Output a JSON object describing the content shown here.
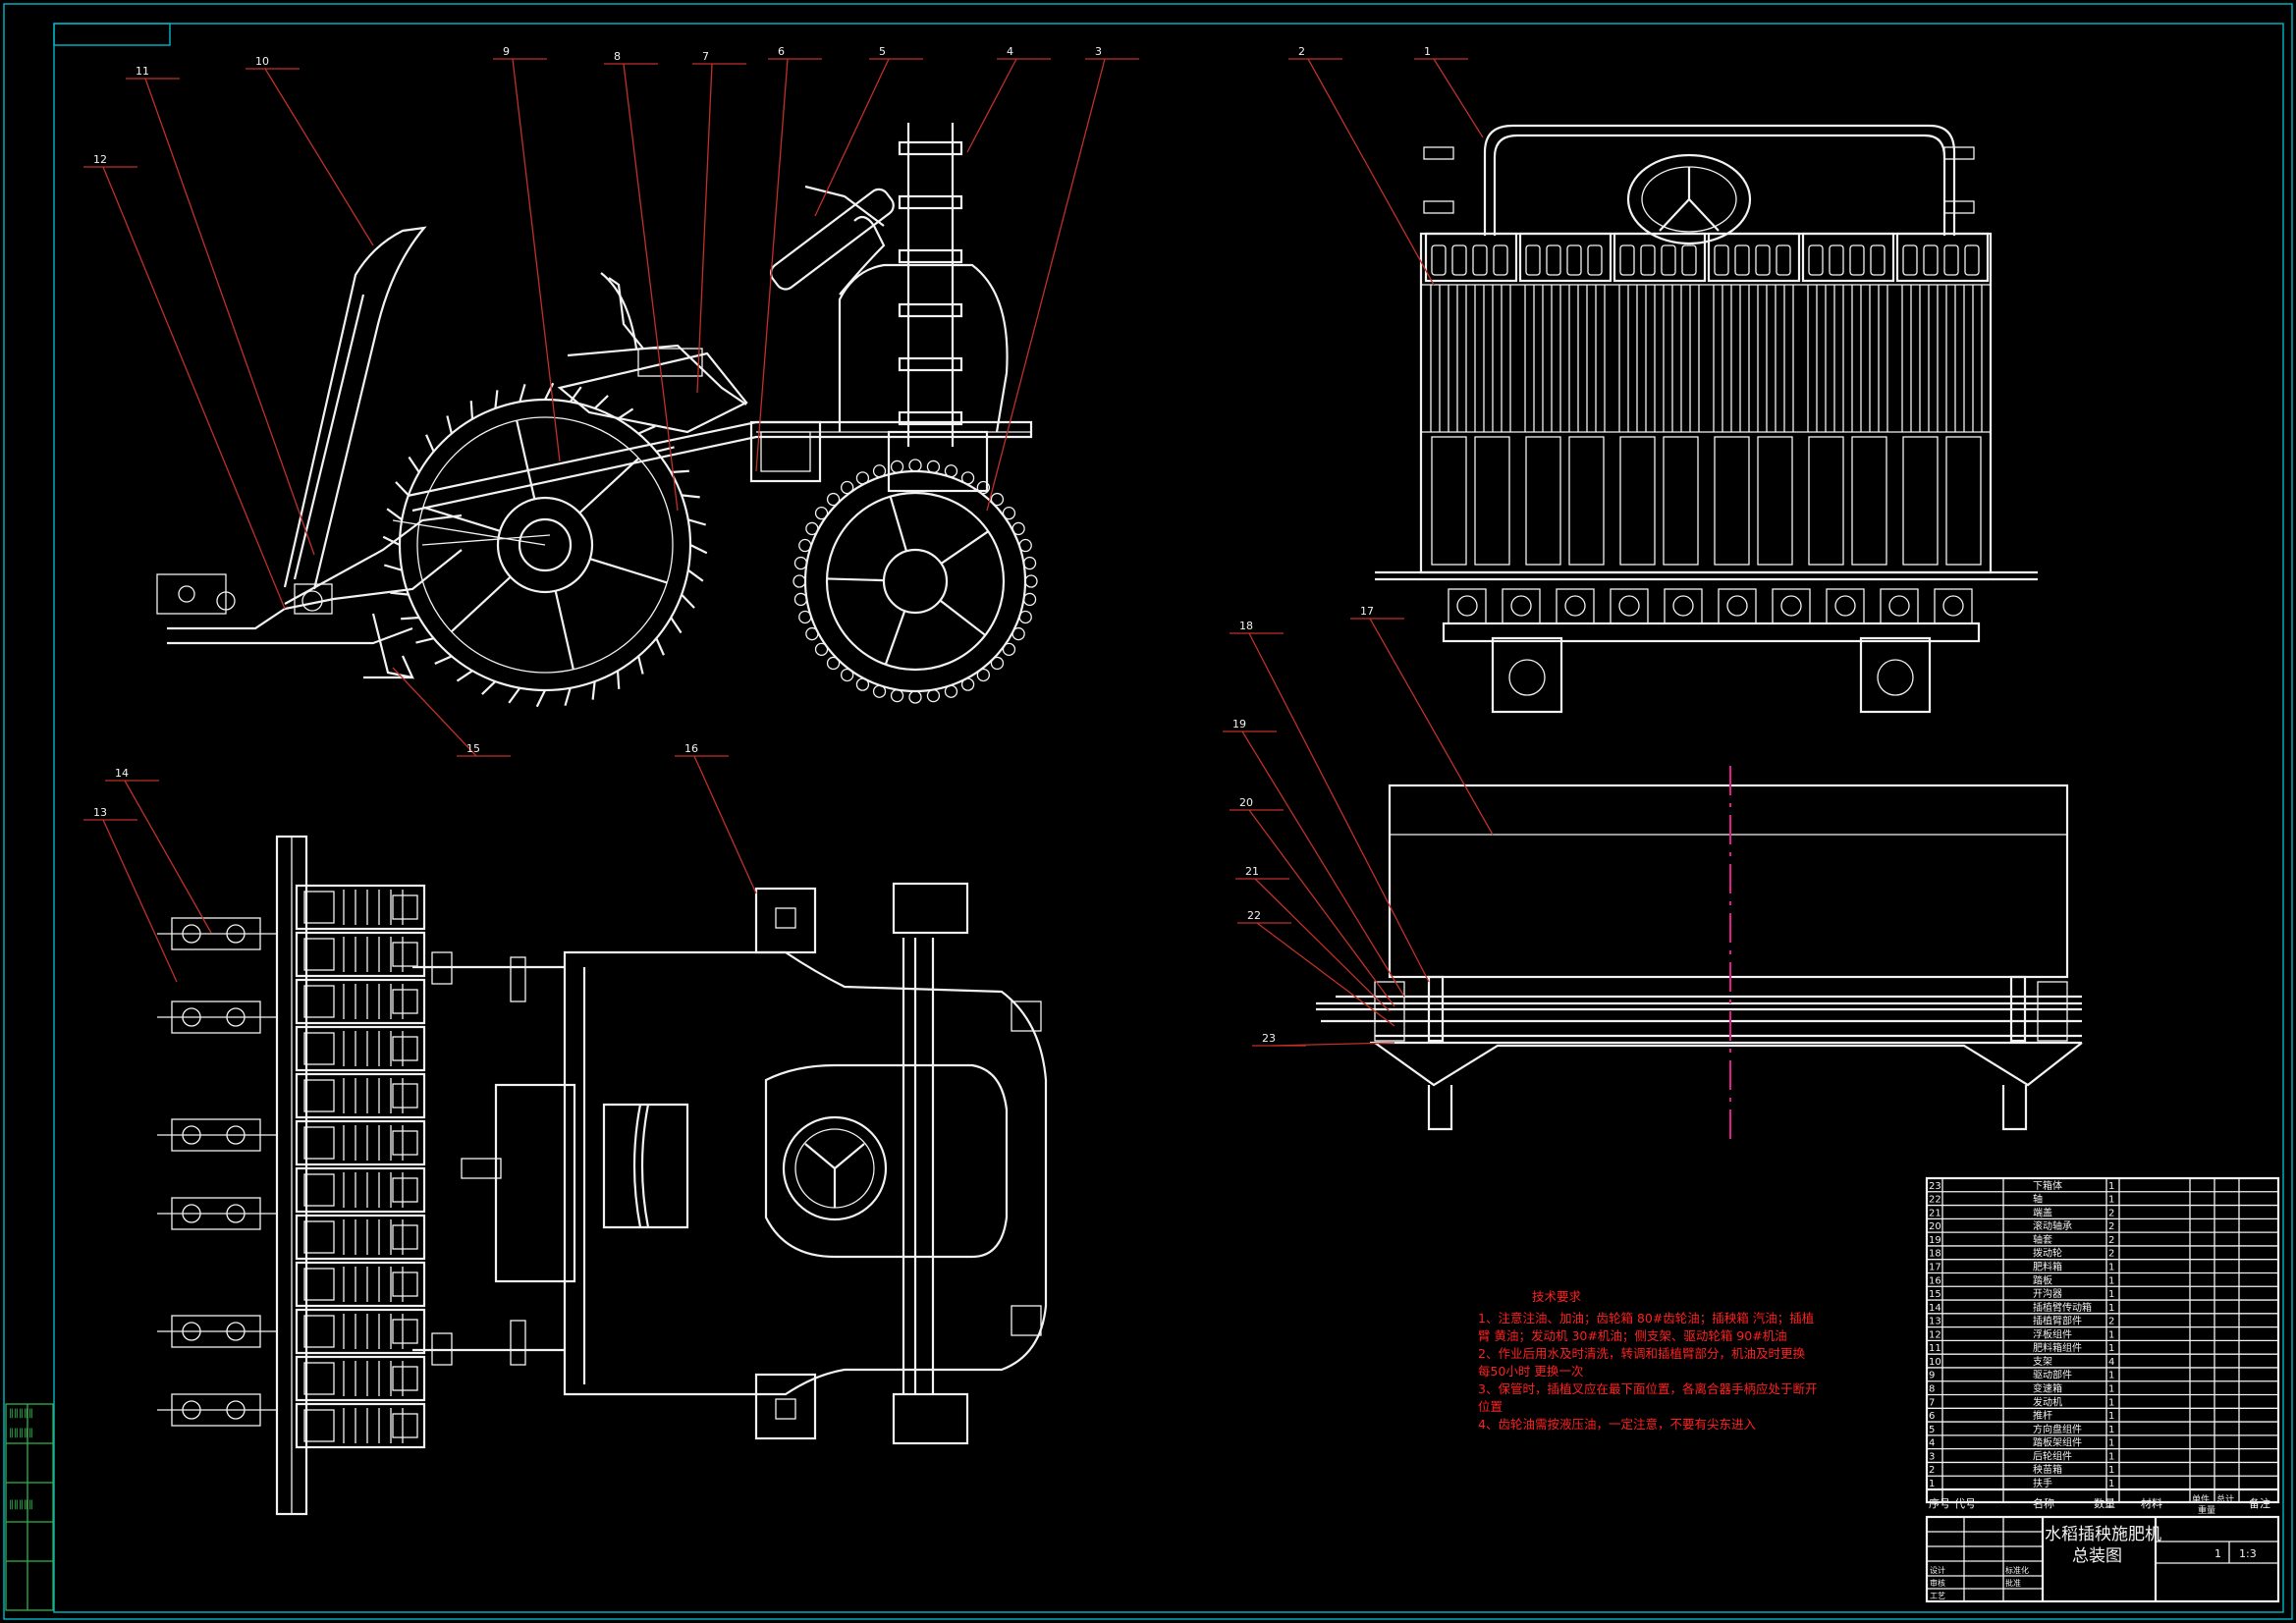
{
  "leaders": [
    {
      "n": "1"
    },
    {
      "n": "2"
    },
    {
      "n": "3"
    },
    {
      "n": "4"
    },
    {
      "n": "5"
    },
    {
      "n": "6"
    },
    {
      "n": "7"
    },
    {
      "n": "8"
    },
    {
      "n": "9"
    },
    {
      "n": "10"
    },
    {
      "n": "11"
    },
    {
      "n": "12"
    },
    {
      "n": "13"
    },
    {
      "n": "14"
    },
    {
      "n": "15"
    },
    {
      "n": "16"
    },
    {
      "n": "17"
    },
    {
      "n": "18"
    },
    {
      "n": "19"
    },
    {
      "n": "20"
    },
    {
      "n": "21"
    },
    {
      "n": "22"
    },
    {
      "n": "23"
    }
  ],
  "notes": {
    "heading": "技术要求",
    "lines": [
      "1、注意注油、加油；齿轮箱 80#齿轮油；插秧箱 汽油；插植",
      "臂 黄油；发动机 30#机油；侧支架、驱动轮箱 90#机油",
      "2、作业后用水及时清洗，转调和插植臂部分，机油及时更换",
      "每50小时 更换一次",
      "3、保管时，插植叉应在最下面位置，各离合器手柄应处于断开",
      "位置",
      "4、齿轮油需按液压油，一定注意，不要有尖东进入"
    ]
  },
  "bom": {
    "rows": [
      {
        "no": "23",
        "name": "下箱体",
        "qty": "1"
      },
      {
        "no": "22",
        "name": "轴",
        "qty": "1"
      },
      {
        "no": "21",
        "name": "端盖",
        "qty": "2"
      },
      {
        "no": "20",
        "name": "滚动轴承",
        "qty": "2"
      },
      {
        "no": "19",
        "name": "轴套",
        "qty": "2"
      },
      {
        "no": "18",
        "name": "拨动轮",
        "qty": "2"
      },
      {
        "no": "17",
        "name": "肥料箱",
        "qty": "1"
      },
      {
        "no": "16",
        "name": "踏板",
        "qty": "1"
      },
      {
        "no": "15",
        "name": "开沟器",
        "qty": "1"
      },
      {
        "no": "14",
        "name": "插植臂传动箱",
        "qty": "1"
      },
      {
        "no": "13",
        "name": "插植臂部件",
        "qty": "2"
      },
      {
        "no": "12",
        "name": "浮板组件",
        "qty": "1"
      },
      {
        "no": "11",
        "name": "肥料箱组件",
        "qty": "1"
      },
      {
        "no": "10",
        "name": "支架",
        "qty": "4"
      },
      {
        "no": "9",
        "name": "驱动部件",
        "qty": "1"
      },
      {
        "no": "8",
        "name": "变速箱",
        "qty": "1"
      },
      {
        "no": "7",
        "name": "发动机",
        "qty": "1"
      },
      {
        "no": "6",
        "name": "推杆",
        "qty": "1"
      },
      {
        "no": "5",
        "name": "方向盘组件",
        "qty": "1"
      },
      {
        "no": "4",
        "name": "踏板架组件",
        "qty": "1"
      },
      {
        "no": "3",
        "name": "后轮组件",
        "qty": "1"
      },
      {
        "no": "2",
        "name": "秧苗箱",
        "qty": "1"
      },
      {
        "no": "1",
        "name": "扶手",
        "qty": "1"
      }
    ],
    "headers": {
      "no": "序号",
      "code": "代号",
      "name": "名称",
      "qty": "数量",
      "material": "材料",
      "unit_weight": "单件",
      "total_weight": "总计",
      "weight": "重量",
      "remark": "备注"
    }
  },
  "titleblock": {
    "title": "水稻插秧施肥机",
    "subtitle": "总装图",
    "scale": "1:3",
    "sheet": "1",
    "roles": [
      "设计",
      "审核",
      "工艺",
      "标准化",
      "批准"
    ]
  },
  "colors": {
    "background": "#000000",
    "drawing": "#f2f2f2",
    "leader": "#c0302a",
    "border": "#00b8c8",
    "notes": "#ff2020"
  }
}
